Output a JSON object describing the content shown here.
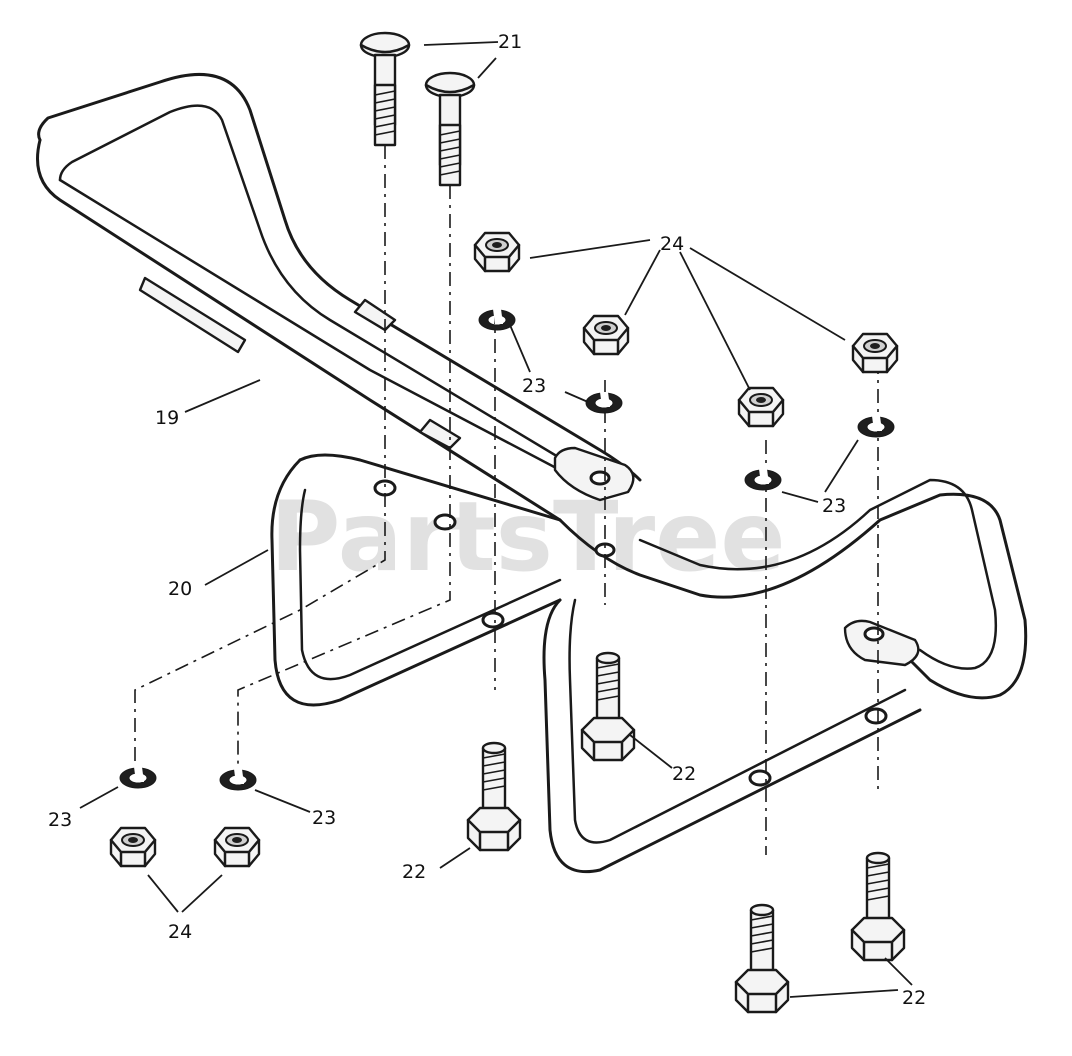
{
  "watermark": "PartsTree",
  "callouts": {
    "c19": "19",
    "c20": "20",
    "c21": "21",
    "c22a": "22",
    "c22b": "22",
    "c22c": "22",
    "c23a": "23",
    "c23b": "23",
    "c23c": "23",
    "c23d": "23",
    "c24a": "24",
    "c24b": "24"
  },
  "parts": {
    "19": "handle-bracket",
    "20": "handle-bracket",
    "21": "carriage-bolt",
    "22": "shoulder-bolt",
    "23": "lock-washer",
    "24": "hex-nut"
  }
}
